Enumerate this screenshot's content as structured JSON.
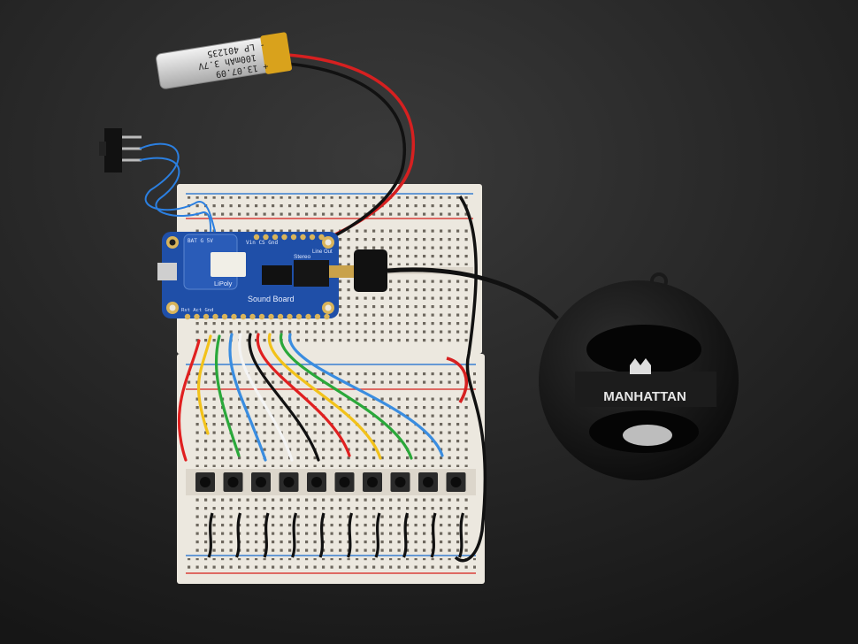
{
  "battery": {
    "lines": [
      "LP 401235",
      "100mAh 3.7V",
      "13.07.09"
    ],
    "plus": "+",
    "minus": "-"
  },
  "board": {
    "name": "Sound Board",
    "lipoly": "LiPoly",
    "stereo": "Stereo",
    "line_out": "Line Out",
    "top_pins": "Vin  CS Gnd",
    "bat": "BAT G 5V",
    "bottom_pins": "Rst  Act Gnd"
  },
  "speaker": {
    "brand": "MANHATTAN"
  },
  "colors": {
    "background": "#232323",
    "breadboard": "#ece8df",
    "pcb": "#1f4fa8",
    "rail_red": "#d9403a",
    "rail_blue": "#3a7fd0",
    "speaker": "#151515"
  },
  "wire_colors": [
    "#e02020",
    "#f2c21a",
    "#2aa83a",
    "#3a8de0",
    "#f4f4f4",
    "#111111",
    "#e02020",
    "#f2c21a",
    "#2aa83a",
    "#3a8de0"
  ],
  "buttons": 10
}
